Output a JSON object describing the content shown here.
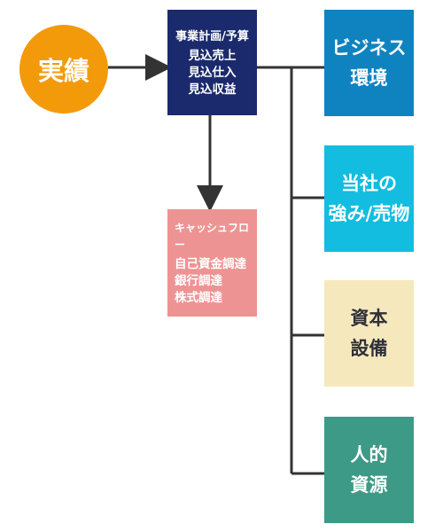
{
  "nodes": {
    "result": {
      "lines": [
        "実績"
      ]
    },
    "plan": {
      "lines": [
        "事業計画/予算",
        "見込売上",
        "見込仕入",
        "見込収益"
      ]
    },
    "cashflow": {
      "lines": [
        "キャッシュフロー",
        "自己資金調達",
        "銀行調達",
        "株式調達"
      ]
    },
    "business_environment": {
      "lines": [
        "ビジネス",
        "環境"
      ]
    },
    "company_strength": {
      "lines": [
        "当社の",
        "強み/売物"
      ]
    },
    "capital_equipment": {
      "lines": [
        "資本",
        "設備"
      ]
    },
    "human_resources": {
      "lines": [
        "人的",
        "資源"
      ]
    }
  },
  "colors": {
    "connector": "#333333",
    "result": "#f39a0b",
    "plan": "#1a2a6c",
    "cashflow": "#ee9393",
    "business_environment": "#0f83c0",
    "company_strength": "#12bddf",
    "capital_equipment": "#f6e8bd",
    "human_resources": "#3d9a86"
  }
}
